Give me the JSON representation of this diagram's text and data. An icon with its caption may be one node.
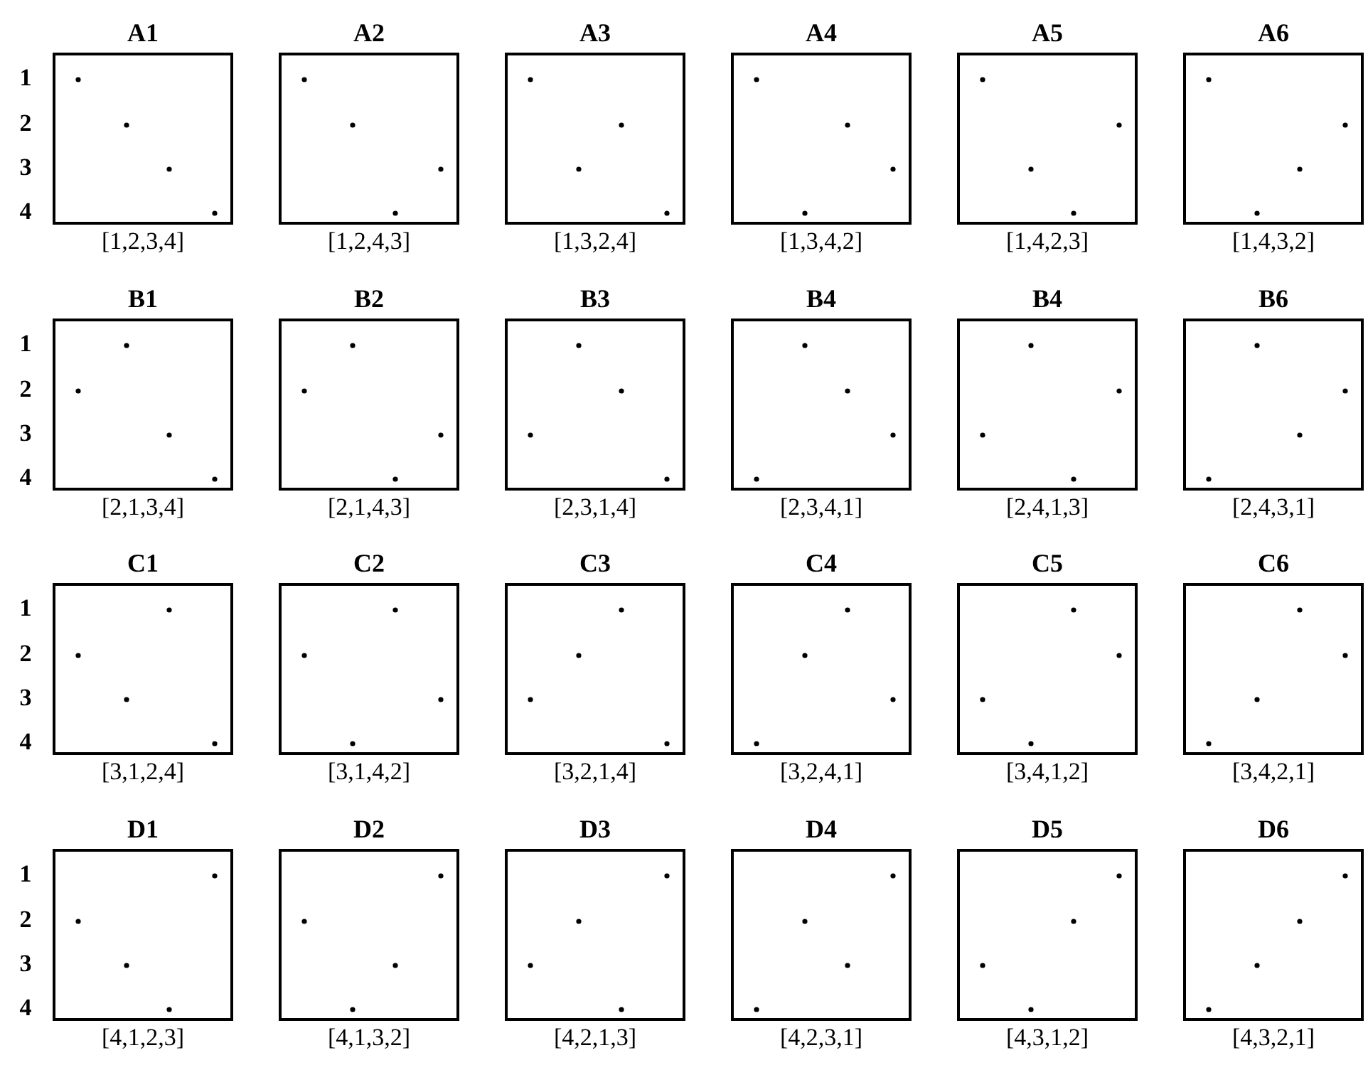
{
  "diagram": {
    "nodes": [
      {
        "text": [
          "A1"
        ],
        "beside": [
          "[1,2,3,4]"
        ]
      },
      {
        "text": [
          "A2"
        ],
        "beside": [
          "[1,2,4,3]"
        ]
      },
      {
        "text": [
          "A3"
        ],
        "beside": [
          "[1,3,2,4]"
        ]
      },
      {
        "text": [
          "A4"
        ],
        "beside": [
          "[1,3,4,2]"
        ]
      },
      {
        "text": [
          "A5"
        ],
        "beside": [
          "[1,4,2,3]"
        ]
      },
      {
        "text": [
          "A6"
        ],
        "beside": [
          "[1,4,3,2]"
        ]
      },
      {
        "text": [
          "B1"
        ],
        "beside": [
          "[2,1,3,4]"
        ]
      },
      {
        "text": [
          "B2"
        ],
        "beside": [
          "[2,1,4,3]"
        ]
      },
      {
        "text": [
          "B3"
        ],
        "beside": [
          "[2,3,1,4]"
        ]
      },
      {
        "text": [
          "B4"
        ],
        "beside": [
          "[2,3,4,1]"
        ]
      },
      {
        "text": [
          "B4"
        ],
        "beside": [
          "[2,4,1,3]"
        ]
      },
      {
        "text": [
          "B6"
        ],
        "beside": [
          "[2,4,3,1]"
        ]
      },
      {
        "text": [
          "C1"
        ],
        "beside": [
          "[3,1,2,4]"
        ]
      },
      {
        "text": [
          "C2"
        ],
        "beside": [
          "[3,1,4,2]"
        ]
      },
      {
        "text": [
          "C3"
        ],
        "beside": [
          "[3,2,1,4]"
        ]
      },
      {
        "text": [
          "C4"
        ],
        "beside": [
          "[3,2,4,1]"
        ]
      },
      {
        "text": [
          "C5"
        ],
        "beside": [
          "[3,4,1,2]"
        ]
      },
      {
        "text": [
          "C6"
        ],
        "beside": [
          "[3,4,2,1]"
        ]
      },
      {
        "text": [
          "D1"
        ],
        "beside": [
          "[4,1,2,3]"
        ]
      },
      {
        "text": [
          "D2"
        ],
        "beside": [
          "[4,1,3,2]"
        ]
      },
      {
        "text": [
          "D3"
        ],
        "beside": [
          "[4,2,1,3]"
        ]
      },
      {
        "text": [
          "D4"
        ],
        "beside": [
          "[4,2,3,1]"
        ]
      },
      {
        "text": [
          "D5"
        ],
        "beside": [
          "[4,3,1,2]"
        ]
      },
      {
        "text": [
          "D6"
        ],
        "beside": [
          "[4,3,2,1]"
        ]
      }
    ],
    "labels": [
      "1",
      "2",
      "3",
      "4",
      "1",
      "2",
      "3",
      "4",
      "1",
      "2",
      "3",
      "4",
      "1",
      "2",
      "3",
      "4"
    ]
  }
}
